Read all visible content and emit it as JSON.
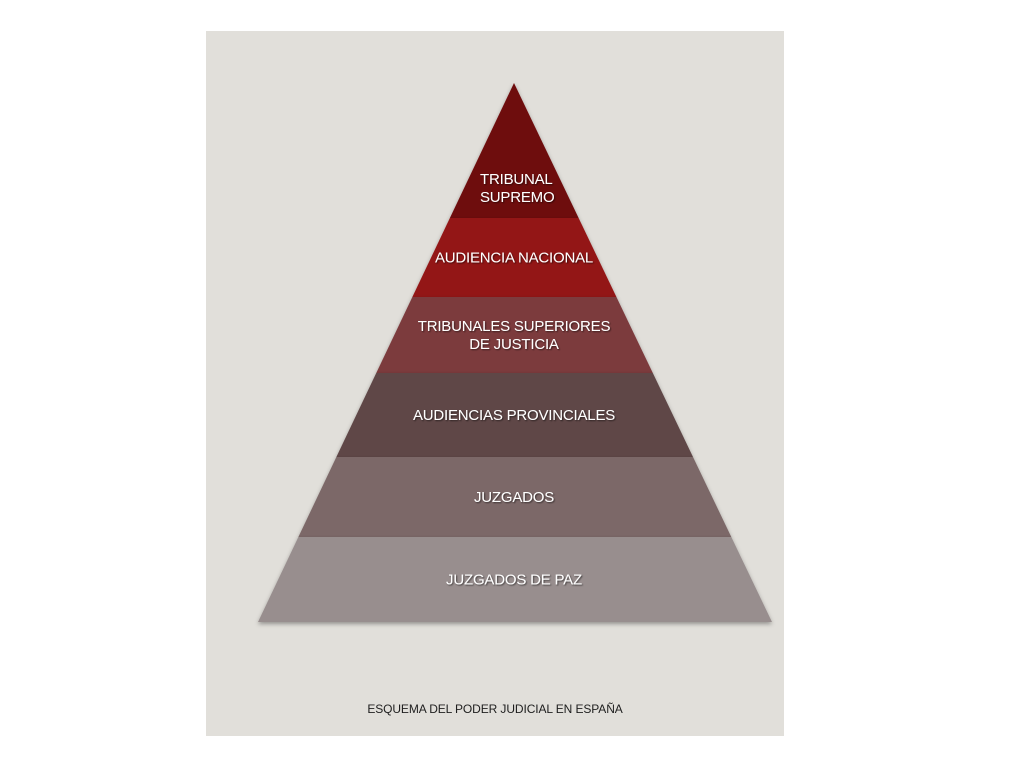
{
  "diagram": {
    "type": "pyramid",
    "levels": [
      {
        "lines": [
          "TRIBUNAL",
          "SUPREMO"
        ],
        "color": "#6e0b0e"
      },
      {
        "lines": [
          "AUDIENCIA NACIONAL"
        ],
        "color": "#931619"
      },
      {
        "lines": [
          "TRIBUNALES SUPERIORES",
          "DE JUSTICIA"
        ],
        "color": "#7c3b3d"
      },
      {
        "lines": [
          "AUDIENCIAS PROVINCIALES"
        ],
        "color": "#5e4647"
      },
      {
        "lines": [
          "JUZGADOS"
        ],
        "color": "#7b6767"
      },
      {
        "lines": [
          "JUZGADOS DE PAZ"
        ],
        "color": "#988e8e"
      }
    ],
    "caption": "ESQUEMA DEL PODER JUDICIAL EN ESPAÑA"
  }
}
